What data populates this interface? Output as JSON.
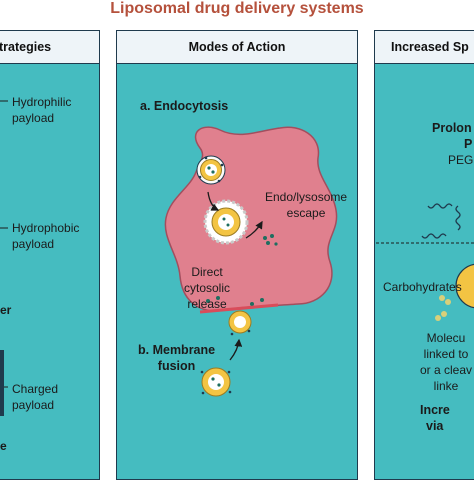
{
  "title": "Liposomal drug delivery systems",
  "panels": {
    "left": {
      "header": "trategies",
      "hydrophilic": "Hydrophilic\npayload",
      "hydrophobic": "Hydrophobic\npayload",
      "charged": "Charged\npayload",
      "cut1": "er",
      "cut2": "e"
    },
    "middle": {
      "header": "Modes of Action",
      "endocytosis": "a. Endocytosis",
      "escape": "Endo/lysosome\nescape",
      "direct": "Direct\ncytosolic\nrelease",
      "membrane": "b. Membrane\nfusion"
    },
    "right": {
      "header": "Increased Sp",
      "prolon1": "Prolon",
      "prolon2": "P",
      "peg": "PEG",
      "carbs": "Carbohydrates",
      "molec": "Molecu\nlinked to\nor a cleav\nlinke",
      "incr1": "Incre",
      "incr2": "via"
    }
  },
  "colors": {
    "panel": "#45bcc0",
    "cell": "#e0808e",
    "liposome": "#f3c443",
    "title": "#b5513c"
  }
}
